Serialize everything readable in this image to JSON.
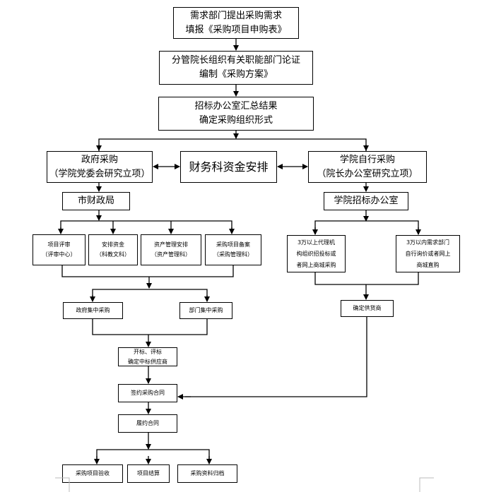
{
  "diagram": {
    "type": "flowchart",
    "topic": "procurement process",
    "nodes": {
      "demand": {
        "line1": "需求部门提出采购需求",
        "line2": "填报《采购项目申购表》"
      },
      "plan": {
        "line1": "分管院长组织有关职能部门论证",
        "line2": "编制《采购方案》"
      },
      "summary": {
        "line1": "招标办公室汇总结果",
        "line2": "确定采购组织形式"
      },
      "gov": {
        "line1": "政府采购",
        "line2": "（学院党委会研究立项）"
      },
      "finance": {
        "line1": "财务科资金安排"
      },
      "self": {
        "line1": "学院自行采购",
        "line2": "（院长办公室研究立项）"
      },
      "city": {
        "line1": "市财政局"
      },
      "tender_office": {
        "line1": "学院招标办公室"
      },
      "review": {
        "line1": "项目评审",
        "line2": "（评审中心）"
      },
      "funds": {
        "line1": "安排资金",
        "line2": "（科教文科）"
      },
      "asset": {
        "line1": "资产管理安排",
        "line2": "（资产管理科）"
      },
      "record": {
        "line1": "采购项目备案",
        "line2": "（采购管理科）"
      },
      "over30k": {
        "line1": "3万以上代理机",
        "line2": "构组织招投标或",
        "line3": "者网上商城采购"
      },
      "under30k": {
        "line1": "3万以内需求部门",
        "line2": "自行询价或者网上",
        "line3": "商城直购"
      },
      "gov_central": {
        "line1": "政府集中采购"
      },
      "dept_central": {
        "line1": "部门集中采购"
      },
      "supplier": {
        "line1": "确定供货商"
      },
      "bidding": {
        "line1": "开标、评标",
        "line2": "确定中标供应商"
      },
      "sign": {
        "line1": "签约采购合同"
      },
      "perform": {
        "line1": "履约合同"
      },
      "accept": {
        "line1": "采购项目验收"
      },
      "settle": {
        "line1": "项目结算"
      },
      "archive": {
        "line1": "采购资料归档"
      }
    },
    "edges": [
      [
        "demand",
        "plan"
      ],
      [
        "plan",
        "summary"
      ],
      [
        "summary",
        "gov"
      ],
      [
        "summary",
        "self"
      ],
      [
        "gov",
        "finance",
        "bidirectional"
      ],
      [
        "self",
        "finance",
        "bidirectional"
      ],
      [
        "gov",
        "city"
      ],
      [
        "self",
        "tender_office"
      ],
      [
        "city",
        "review"
      ],
      [
        "city",
        "funds"
      ],
      [
        "city",
        "asset"
      ],
      [
        "city",
        "record"
      ],
      [
        "review",
        "gov_central"
      ],
      [
        "record",
        "dept_central"
      ],
      [
        "tender_office",
        "over30k"
      ],
      [
        "tender_office",
        "under30k"
      ],
      [
        "over30k",
        "supplier"
      ],
      [
        "under30k",
        "supplier"
      ],
      [
        "gov_central",
        "bidding"
      ],
      [
        "dept_central",
        "bidding"
      ],
      [
        "bidding",
        "sign"
      ],
      [
        "supplier",
        "sign"
      ],
      [
        "sign",
        "perform"
      ],
      [
        "perform",
        "accept"
      ],
      [
        "perform",
        "settle"
      ],
      [
        "perform",
        "archive"
      ]
    ]
  }
}
